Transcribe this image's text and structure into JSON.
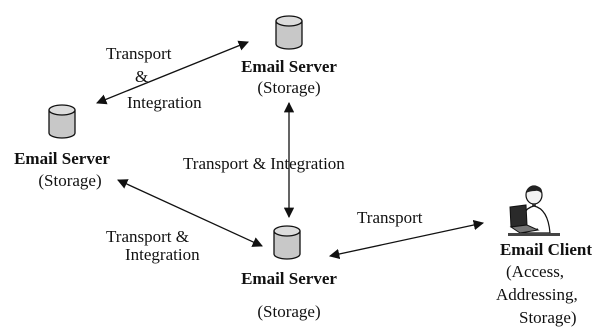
{
  "nodes": {
    "server_top": {
      "title": "Email Server",
      "subtitle": "(Storage)"
    },
    "server_left": {
      "title": "Email Server",
      "subtitle": "(Storage)"
    },
    "server_bottom": {
      "title": "Email Server",
      "subtitle": "(Storage)"
    },
    "client": {
      "title": "Email Client",
      "subtitle_line1": "(Access,",
      "subtitle_line2": "Addressing,",
      "subtitle_line3": "Storage)"
    }
  },
  "edges": {
    "left_top": {
      "line1": "Transport",
      "line2": "&",
      "line3": "Integration"
    },
    "top_bottom": {
      "label": "Transport & Integration"
    },
    "left_bottom": {
      "line1": "Transport &",
      "line2": "Integration"
    },
    "bottom_client": {
      "label": "Transport"
    }
  },
  "colors": {
    "line": "#111111",
    "cylinder_fill": "#c8c8c8",
    "cylinder_top": "#dcdcdc"
  },
  "icons": {
    "server": "database-cylinder-icon",
    "client": "person-at-laptop-icon"
  }
}
